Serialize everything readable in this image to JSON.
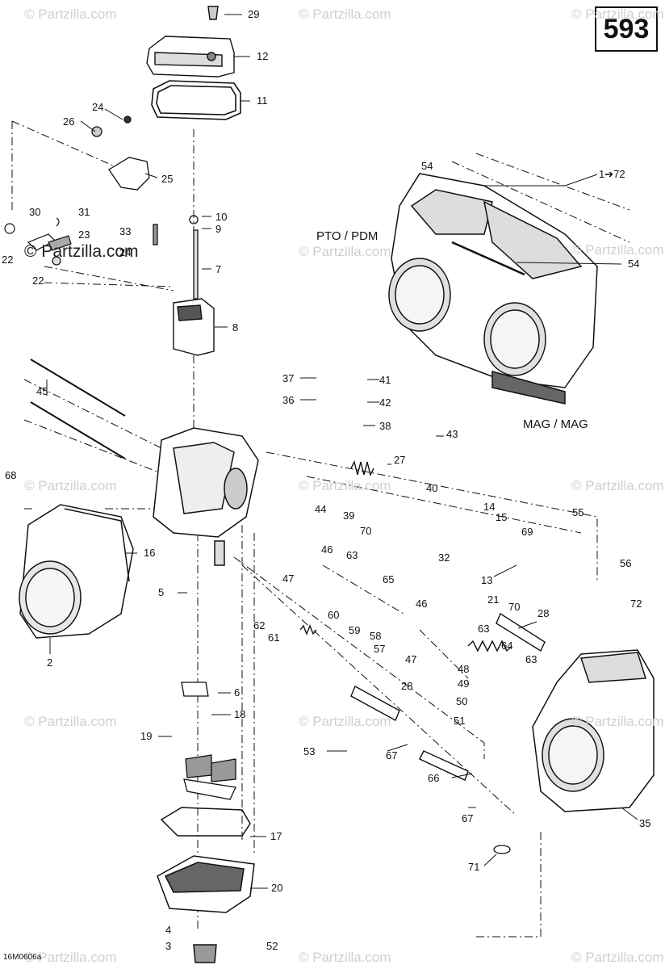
{
  "page_number": "593",
  "drawing_code": "16M0606a",
  "watermark": "© Partzilla.com",
  "captions": {
    "top_right": "PTO / PDM",
    "bottom_right": "MAG / MAG",
    "range_label": "1➔72"
  },
  "callouts": [
    "29",
    "12",
    "11",
    "24",
    "26",
    "25",
    "30",
    "31",
    "23",
    "22",
    "24",
    "22",
    "33",
    "10",
    "9",
    "7",
    "8",
    "54",
    "54",
    "37",
    "41",
    "36",
    "42",
    "38",
    "43",
    "45",
    "68",
    "16",
    "27",
    "40",
    "44",
    "39",
    "70",
    "32",
    "14",
    "15",
    "69",
    "55",
    "56",
    "46",
    "63",
    "13",
    "47",
    "65",
    "5",
    "21",
    "70",
    "28",
    "72",
    "62",
    "60",
    "46",
    "61",
    "59",
    "58",
    "57",
    "63",
    "64",
    "63",
    "6",
    "47",
    "48",
    "49",
    "18",
    "50",
    "28",
    "51",
    "19",
    "53",
    "67",
    "66",
    "67",
    "35",
    "17",
    "71",
    "20",
    "4",
    "3",
    "52",
    "2"
  ],
  "colors": {
    "line": "#111111",
    "watermark": "#cfcfcf"
  }
}
